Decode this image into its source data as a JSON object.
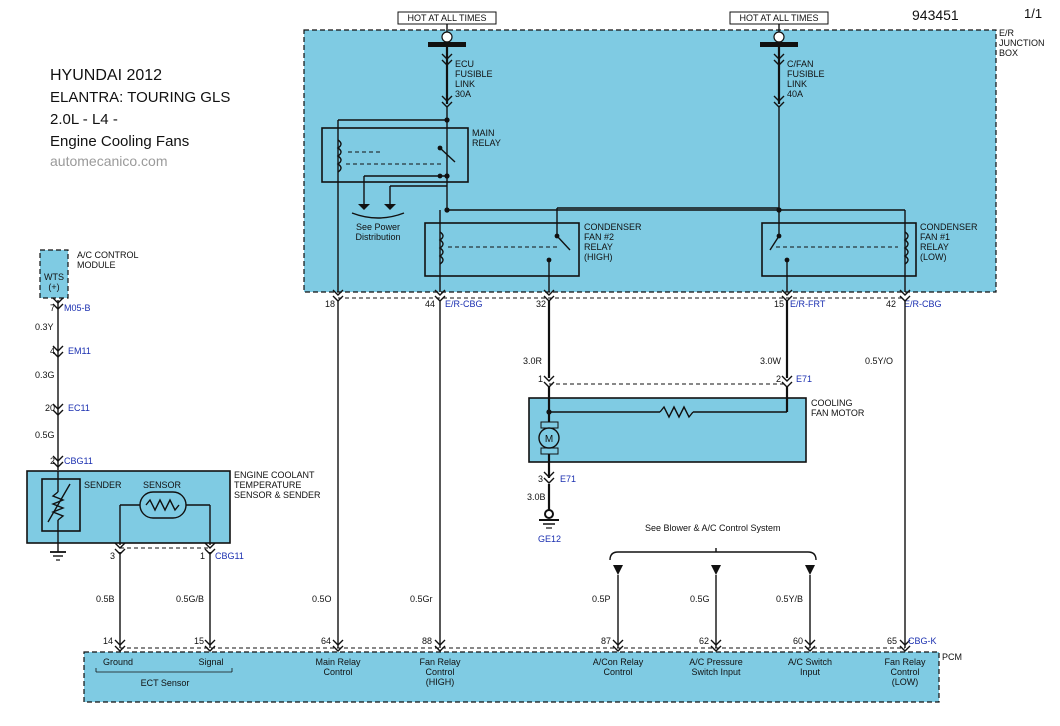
{
  "header": {
    "make": "HYUNDAI 2012",
    "model": "ELANTRA: TOURING GLS",
    "engine": "2.0L - L4 -",
    "system": "Engine Cooling Fans",
    "source": "automecanico.com",
    "diagram_no": "943451",
    "page": "1/1"
  },
  "hot_labels": [
    "HOT AT ALL TIMES",
    "HOT AT ALL TIMES"
  ],
  "junction_box": {
    "label_l1": "E/R",
    "label_l2": "JUNCTION",
    "label_l3": "BOX"
  },
  "fuses": [
    {
      "l1": "ECU",
      "l2": "FUSIBLE",
      "l3": "LINK",
      "l4": "30A"
    },
    {
      "l1": "C/FAN",
      "l2": "FUSIBLE",
      "l3": "LINK",
      "l4": "40A"
    }
  ],
  "relays": {
    "main": {
      "l1": "MAIN",
      "l2": "RELAY"
    },
    "fan2": {
      "l1": "CONDENSER",
      "l2": "FAN #2",
      "l3": "RELAY",
      "l4": "(HIGH)"
    },
    "fan1": {
      "l1": "CONDENSER",
      "l2": "FAN #1",
      "l3": "RELAY",
      "l4": "(LOW)"
    }
  },
  "power_dist": {
    "l1": "See Power",
    "l2": "Distribution"
  },
  "ac_module": {
    "l1": "A/C CONTROL",
    "l2": "MODULE",
    "wts": "WTS",
    "wts2": "(+)"
  },
  "ect_sensor": {
    "l1": "ENGINE COOLANT",
    "l2": "TEMPERATURE",
    "l3": "SENSOR & SENDER",
    "sender": "SENDER",
    "sensor": "SENSOR"
  },
  "motor": {
    "l1": "COOLING",
    "l2": "FAN MOTOR",
    "symbol": "M"
  },
  "blower_note": "See Blower & A/C Control System",
  "pcm": {
    "label": "PCM",
    "inputs": [
      {
        "l1": "Ground",
        "l2": ""
      },
      {
        "l1": "Signal",
        "l2": ""
      },
      {
        "l1": "Main Relay",
        "l2": "Control",
        "l3": ""
      },
      {
        "l1": "Fan Relay",
        "l2": "Control",
        "l3": "(HIGH)"
      },
      {
        "l1": "A/Con Relay",
        "l2": "Control",
        "l3": ""
      },
      {
        "l1": "A/C Pressure",
        "l2": "Switch Input",
        "l3": ""
      },
      {
        "l1": "A/C Switch",
        "l2": "Input",
        "l3": ""
      },
      {
        "l1": "Fan Relay",
        "l2": "Control",
        "l3": "(LOW)"
      }
    ],
    "ect_group": "ECT Sensor"
  },
  "connectors": {
    "m05b": "M05-B",
    "em11": "EM11",
    "ec11": "EC11",
    "cbg11a": "CBG11",
    "cbg11b": "CBG11",
    "ercbg1": "E/R-CBG",
    "erfrt": "E/R-FRT",
    "ercbg2": "E/R-CBG",
    "e71a": "E71",
    "e71b": "E71",
    "cbgk": "CBG-K",
    "ge12": "GE12"
  },
  "pins": {
    "p7": "7",
    "p4": "4",
    "p20": "20",
    "p2": "2",
    "p3": "3",
    "p1": "1",
    "p18": "18",
    "p44": "44",
    "p32": "32",
    "p15": "15",
    "p42": "42",
    "m1": "1",
    "m2": "2",
    "m3": "3",
    "pcm14": "14",
    "pcm15": "15",
    "pcm64": "64",
    "pcm88": "88",
    "pcm87": "87",
    "pcm62": "62",
    "pcm60": "60",
    "pcm65": "65"
  },
  "wires": {
    "w03y": "0.3Y",
    "w03g": "0.3G",
    "w05g": "0.5G",
    "w05b": "0.5B",
    "w05gb": "0.5G/B",
    "w05o": "0.5O",
    "w05gr": "0.5Gr",
    "w30r": "3.0R",
    "w30w": "3.0W",
    "w30b": "3.0B",
    "w05yo": "0.5Y/O",
    "w05p": "0.5P",
    "w05g2": "0.5G",
    "w05yb": "0.5Y/B"
  }
}
